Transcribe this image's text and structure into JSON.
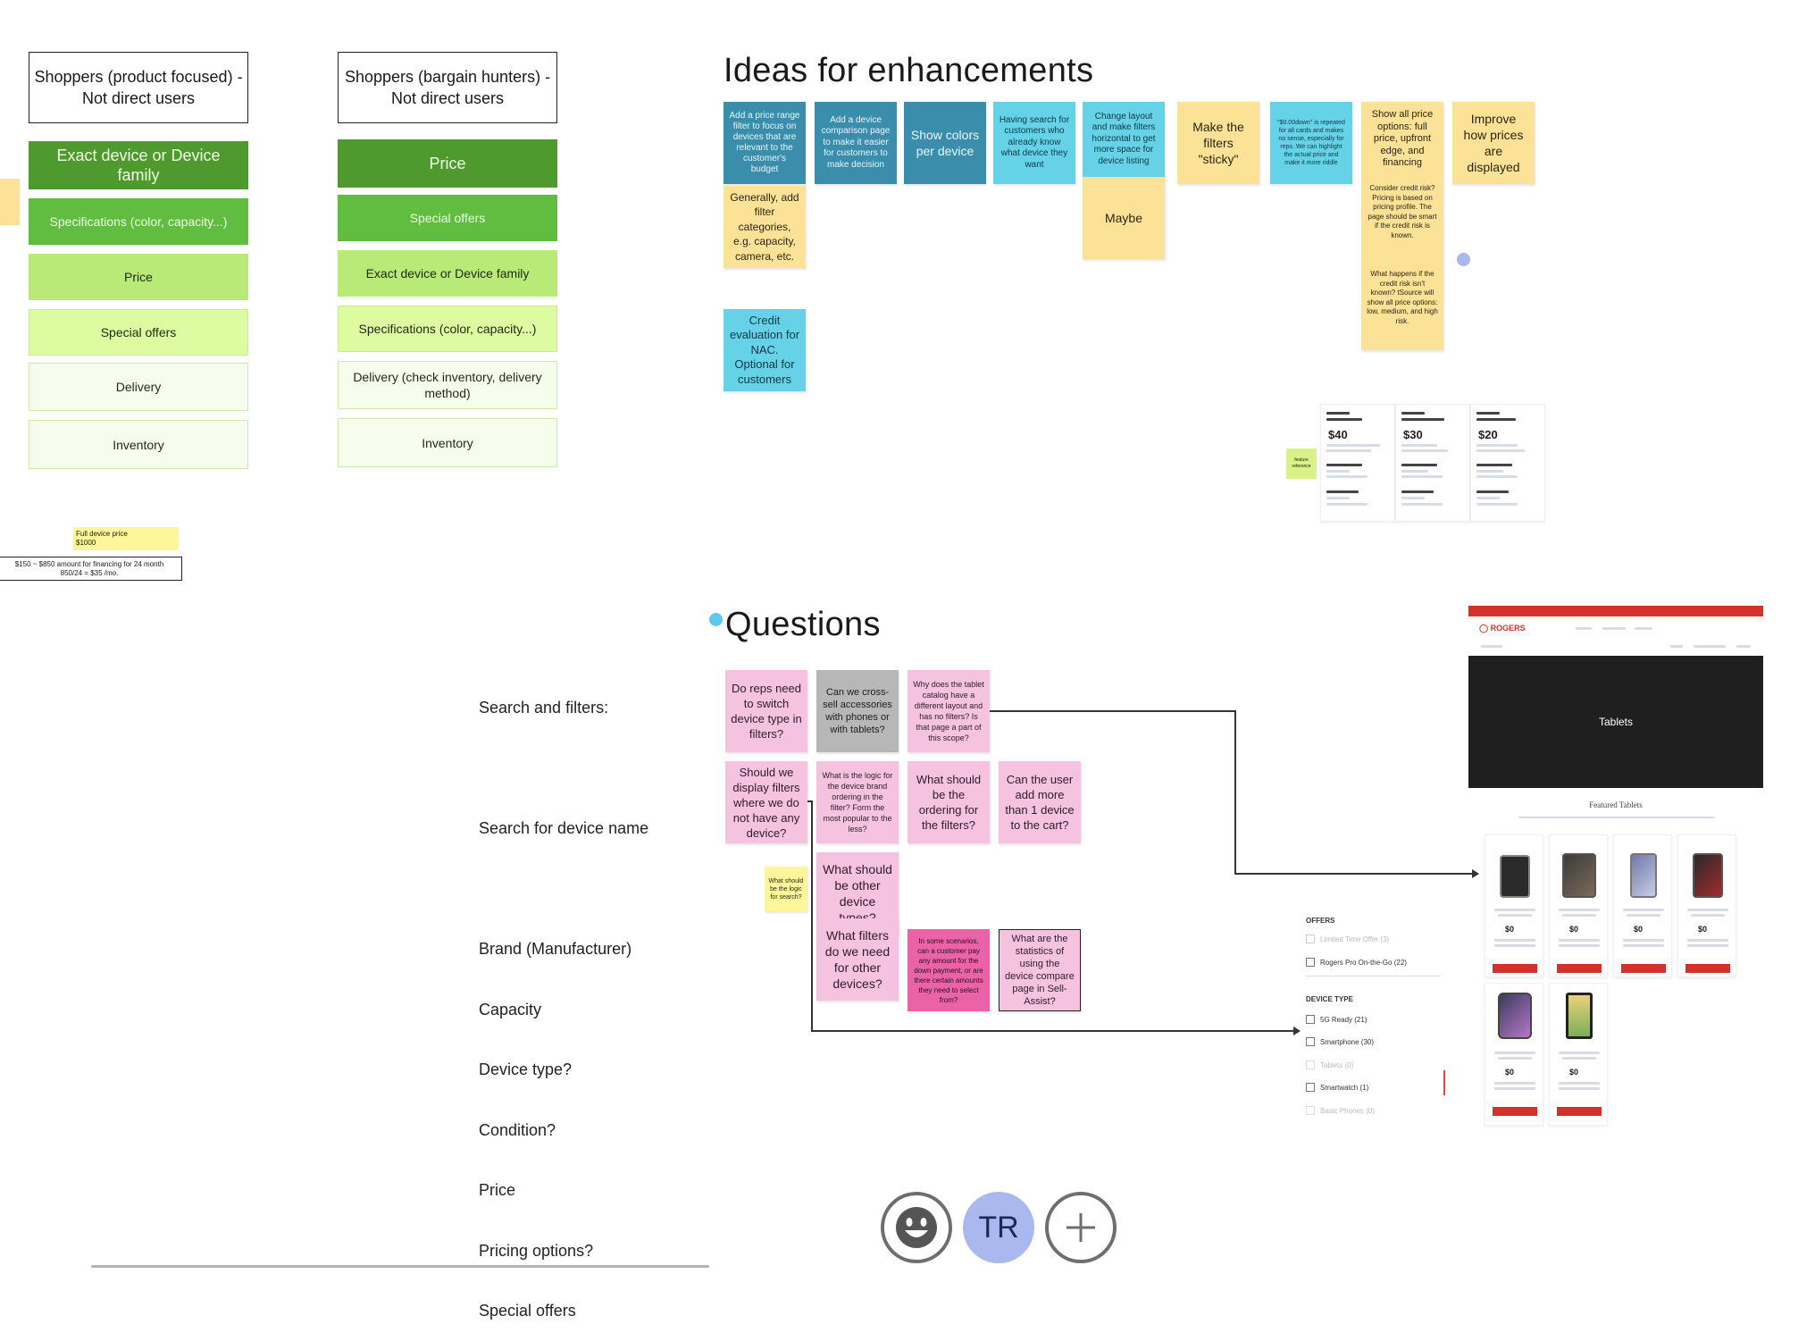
{
  "personas": {
    "left": {
      "line1": "Shoppers (product focused) -",
      "line2": "Not direct users"
    },
    "right": {
      "line1": "Shoppers (bargain hunters) -",
      "line2": "Not direct users"
    }
  },
  "priorities_left": [
    "Exact device or Device family",
    "Specifications (color, capacity...)",
    "Price",
    "Special offers",
    "Delivery",
    "Inventory"
  ],
  "priorities_right": [
    "Price",
    "Special offers",
    "Exact device or Device family",
    "Specifications (color, capacity...)",
    "Delivery (check inventory, delivery method)",
    "Inventory"
  ],
  "pricing_note": {
    "full_price_line1": "Full device price",
    "full_price_line2": "$1000",
    "financing_line1": "$150 ~ $850 amount for financing for 24 month",
    "financing_line2": "850/24 = $35 /mo."
  },
  "ideas": {
    "title": "Ideas for enhancements",
    "stickies": [
      "Add a price range filter to focus on devices that are relevant to the customer's budget",
      "Add a device comparison page to make it easier for customers to make decision",
      "Show colors per device",
      "Having search for customers who already know what device they want",
      "Change layout and make filters horizontal to get more space for device listing",
      "Make the filters \"sticky\"",
      "\"$0.00down\" is repeated for all cards and makes no sense, especially for reps. We can highlight the actual price and make it more riddle",
      "Show all price options: full price, upfront edge, and financing",
      "Improve how prices are displayed",
      "Generally, add filter categories, e.g. capacity, camera, etc.",
      "Maybe",
      "Consider credit risk? Pricing is based on pricing profile. The page should be smart if the credit risk is known.",
      "What happens if the credit risk isn't known? tSource will show all price options: low, medium, and high risk.",
      "Credit evaluation for NAC. Optional for customers"
    ],
    "reference_tag": "feature reference",
    "reference_prices": [
      "$40",
      "$30",
      "$20"
    ]
  },
  "questions": {
    "title": "Questions",
    "stickies": [
      "Do reps need to switch device type in filters?",
      "Can we cross-sell accessories with phones or with tablets?",
      "Why does the tablet catalog have a different layout and has no filters? Is that page a part of this scope?",
      "Should we display filters where we do not have any device?",
      "What is the logic for the device brand ordering in the filter? Form the most popular to the less?",
      "What should be the ordering for the filters?",
      "Can the user add more than 1 device to the cart?",
      "What should be the logic for search?",
      "What should be other device types?",
      "What filters do we need for other devices?",
      "In some scenarios, can a customer pay any amount for the down payment, or are there certain amounts they need to select from?",
      "What are the statistics of using the device compare page in Sell-Assist?"
    ]
  },
  "search_filters": {
    "heading": "Search and filters:",
    "search_item": "Search for device name",
    "filters": [
      "Brand (Manufacturer)",
      "Capacity",
      "Device type?",
      "Condition?",
      "Price",
      "Pricing options?",
      "Special offers"
    ]
  },
  "screenshot": {
    "brand": "ROGERS",
    "hero_text": "Tablets",
    "featured": "Featured Tablets",
    "offers_heading": "OFFERS",
    "offers": [
      "Limited Time Offer (3)",
      "Rogers Pro On-the-Go (22)"
    ],
    "device_type_heading": "DEVICE TYPE",
    "device_types": [
      "5G Ready (21)",
      "Smartphone (30)",
      "Tablets (0)",
      "Smartwatch (1)",
      "Basic Phones (0)"
    ],
    "price_label": "$0"
  },
  "toolbar": {
    "user_initials": "TR",
    "reaction_icon": "smiley-icon",
    "add_icon": "plus-icon"
  },
  "colors": {
    "dark_green": "#4e9a2f",
    "green": "#61bd3f",
    "light_green": "#b9ea78",
    "pale_green": "#ddfba0",
    "teal": "#3a8eac",
    "cyan": "#66d2e7",
    "yellow": "#fbe297",
    "pink": "#f5c2e0",
    "hot_pink": "#ea63a8",
    "rogers_red": "#d3322b",
    "avatar": "#a9b8ee"
  }
}
